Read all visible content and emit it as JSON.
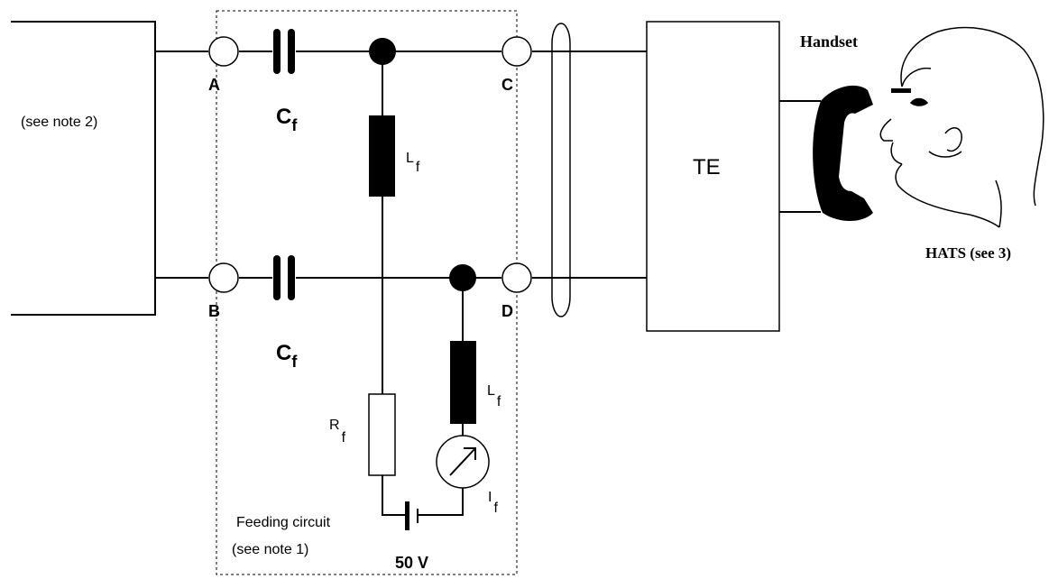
{
  "left_block": {
    "note": "(see note 2)"
  },
  "terminals": {
    "a": "A",
    "b": "B",
    "c": "C",
    "d": "D"
  },
  "capacitor_top": {
    "main": "C",
    "sub": "f"
  },
  "capacitor_bottom": {
    "main": "C",
    "sub": "f"
  },
  "inductor_top": {
    "main": "L",
    "sub": "f"
  },
  "inductor_bottom": {
    "main": "L",
    "sub": "f"
  },
  "resistor": {
    "main": "R",
    "sub": "f"
  },
  "meter": {
    "main": "I",
    "sub": "f"
  },
  "battery": {
    "label": "50 V"
  },
  "feeding_circuit": {
    "label": "Feeding circuit",
    "note": "(see note 1)"
  },
  "te": {
    "label": "TE"
  },
  "handset": {
    "label": "Handset"
  },
  "hats": {
    "label": "HATS (see 3)"
  }
}
